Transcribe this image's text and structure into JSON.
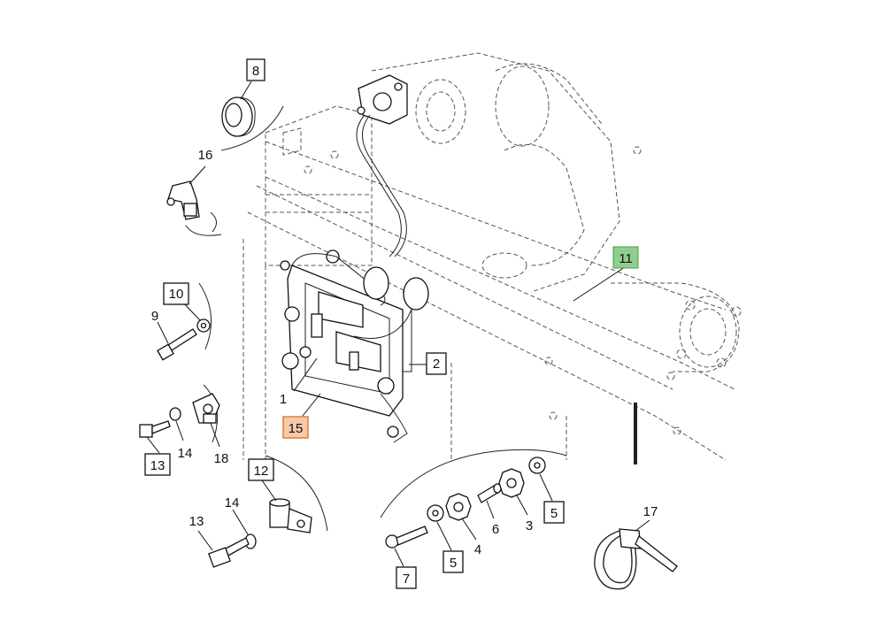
{
  "callouts": {
    "c1": "1",
    "c2": "2",
    "c3": "3",
    "c4": "4",
    "c5a": "5",
    "c5b": "5",
    "c6": "6",
    "c7": "7",
    "c8": "8",
    "c9": "9",
    "c10": "10",
    "c11": "11",
    "c12": "12",
    "c13a": "13",
    "c13b": "13",
    "c14a": "14",
    "c14b": "14",
    "c15": "15",
    "c16": "16",
    "c17": "17",
    "c18": "18"
  },
  "highlight_colors": {
    "c11": "#8fce8f",
    "c15": "#f6c9a8",
    "c15_border": "#e07a3c"
  }
}
